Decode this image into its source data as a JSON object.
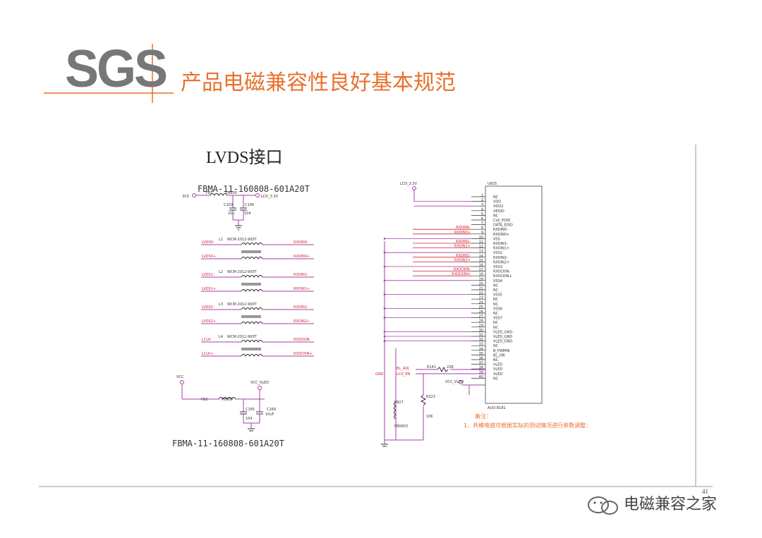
{
  "header": {
    "logo": "SGS",
    "title": "产品电磁兼容性良好基本规范"
  },
  "section_title": "LVDS接口",
  "page_number": "41",
  "watermark": "电磁兼容之家",
  "schematic_left": {
    "part_top": "FBMA-11-160808-601A20T",
    "part_bottom": "FBMA-11-160808-601A20T",
    "pwr_in": "3V3",
    "fb_top": "FB1",
    "fb_top_val": "FB600",
    "lcd_out": "LCD_3.3V",
    "c1": "C103",
    "c1v": "10u",
    "c2": "C106",
    "c2v": "104",
    "chokes": [
      {
        "ref": "L1",
        "part": "WCM-2012-900T",
        "in_a": "LVDS0-",
        "out_a": "RXOIN0-",
        "in_b": "LVDS0+",
        "out_b": "RXOIN0+"
      },
      {
        "ref": "L2",
        "part": "WCM-2012-900T",
        "in_a": "LVDS1-",
        "out_a": "RXOIN1-",
        "in_b": "LVDS1+",
        "out_b": "RXOIN1+"
      },
      {
        "ref": "L3",
        "part": "WCM-2012-900T",
        "in_a": "LVDS2-",
        "out_a": "RXOIN2-",
        "in_b": "LVDS2+",
        "out_b": "RXOIN2+"
      },
      {
        "ref": "L4",
        "part": "WCM-2012-900T",
        "in_a": "LCLK-",
        "out_a": "RXOCKIN-",
        "in_b": "LCLK+",
        "out_b": "RXOCKIN+"
      }
    ],
    "vcc": "VCC",
    "vcc_vled": "VCC_VLED",
    "fb2": "FB2",
    "fb2v": "FB600",
    "c3": "C165",
    "c3v": "104",
    "c4": "C169",
    "c4v": "10uF"
  },
  "schematic_right": {
    "lcd_in": "LCD_3.3V",
    "conn_ref": "U825",
    "conn_part": "AUO-8181",
    "pins": [
      "NC",
      "VDD",
      "VDD2",
      "VEDID",
      "NC",
      "CLK_EDID",
      "DATA_EDID",
      "RXOIN0-",
      "RXOIN0+",
      "VSS",
      "RXOIN1-",
      "RXOIN1+",
      "VSS2",
      "RXOIN2-",
      "RXOIN2+",
      "VSS3",
      "RXOCKIN-",
      "RXOCKIN+",
      "VSS4",
      "NC",
      "NC",
      "VSS5",
      "NC",
      "NC",
      "VSS6",
      "NC",
      "VSS7",
      "NC",
      "NC",
      "VLED_GND",
      "VLED_GND",
      "VLED_GND",
      "NC",
      "B_PWMIN",
      "BL_ON",
      "NC",
      "VLED",
      "VLED",
      "VLED",
      "NC"
    ],
    "left_nets": [
      "RXOIN0-",
      "RXOIN0+",
      "RXOIN1-",
      "RXOIN1+",
      "RXOIN2-",
      "RXOIN2+",
      "RXOCKIN-",
      "RXOCKIN+"
    ],
    "bl_adj": "BL_ADJ",
    "lcd_en": "LCD_EN",
    "r1": "R141",
    "r1v": "22R",
    "r2": "R223",
    "r2v": "10K",
    "fb3": "FB27",
    "fb3v": "FB0603",
    "vcc_vled": "VCC_VLED",
    "gnd_mark": "GND",
    "note_title": "备注：",
    "note_body": "1、共模电感可根据实际的测试情况进行参数调整："
  },
  "colors": {
    "accent": "#e8712c",
    "logo": "#777777",
    "net_red": "#cc2233",
    "wire_purple": "#a33fa8",
    "wire_dark": "#333333"
  }
}
